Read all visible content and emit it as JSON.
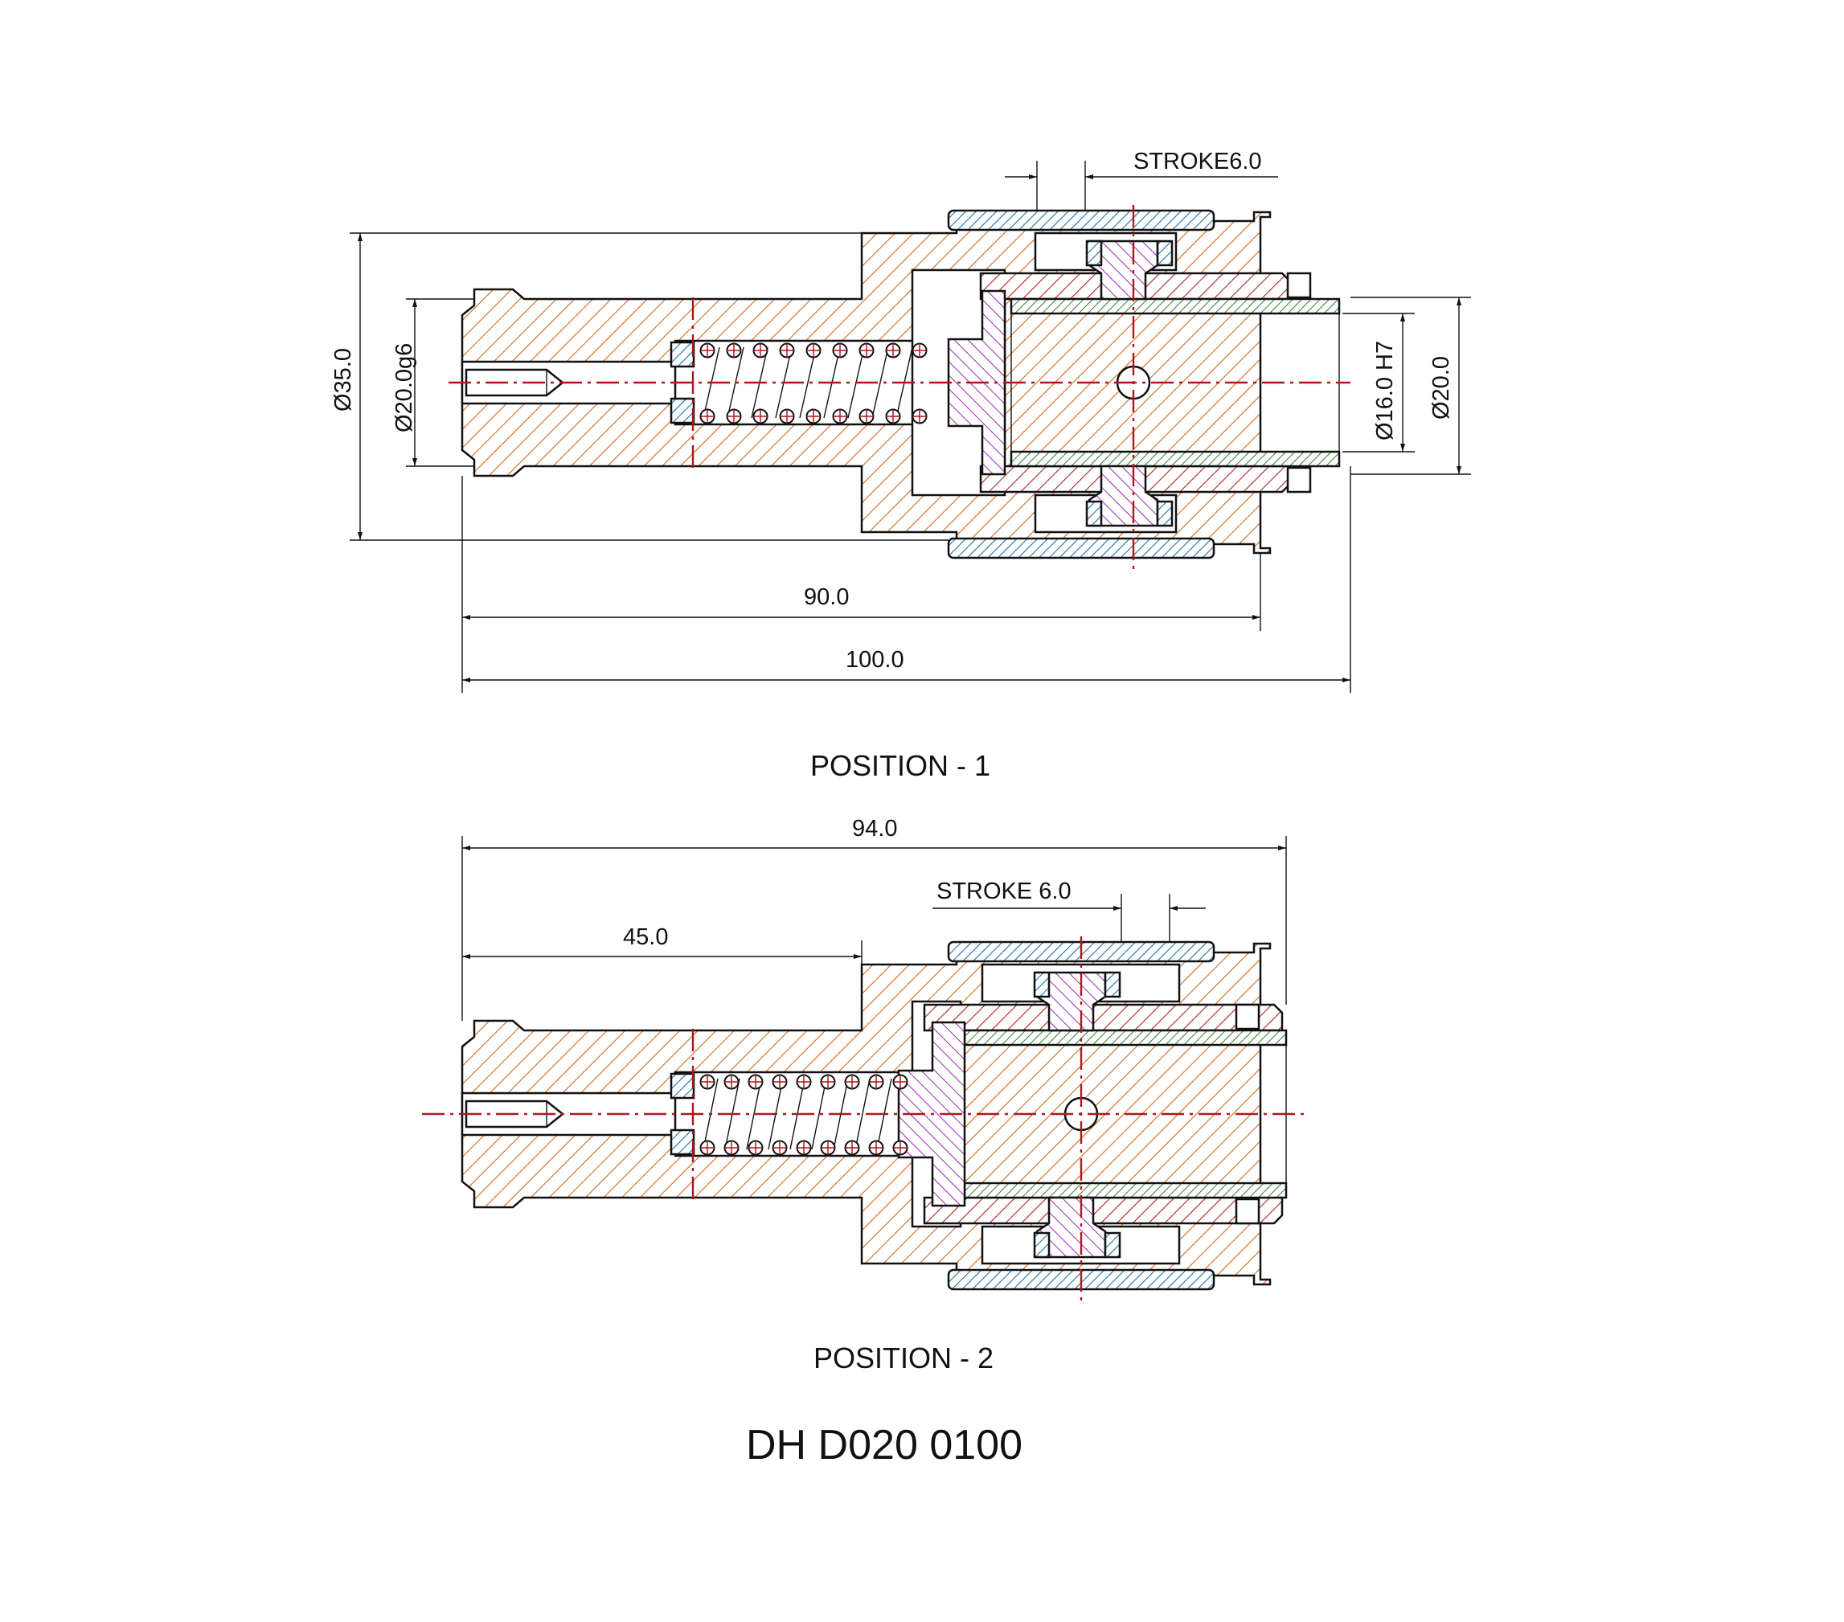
{
  "drawing_number": "DH D020 0100",
  "position_1": {
    "caption": "POSITION - 1",
    "dims": {
      "stroke": "STROKE6.0",
      "dia_outer": "Ø35.0",
      "dia_shank": "Ø20.0g6",
      "dia_bore": "Ø16.0 H7",
      "dia_sleeve": "Ø20.0",
      "len_body": "90.0",
      "len_total": "100.0"
    }
  },
  "position_2": {
    "caption": "POSITION - 2",
    "dims": {
      "len_total": "94.0",
      "stroke": "STROKE 6.0",
      "len_shank": "45.0"
    }
  },
  "colors": {
    "body_hatch": "#d2691e",
    "sleeve_hatch": "#b22222",
    "bushing_hatch": "#2e7d32",
    "ring_hatch": "#1f6fa8",
    "piston_hatch": "#9c27b0",
    "centerline": "#b0171f"
  }
}
